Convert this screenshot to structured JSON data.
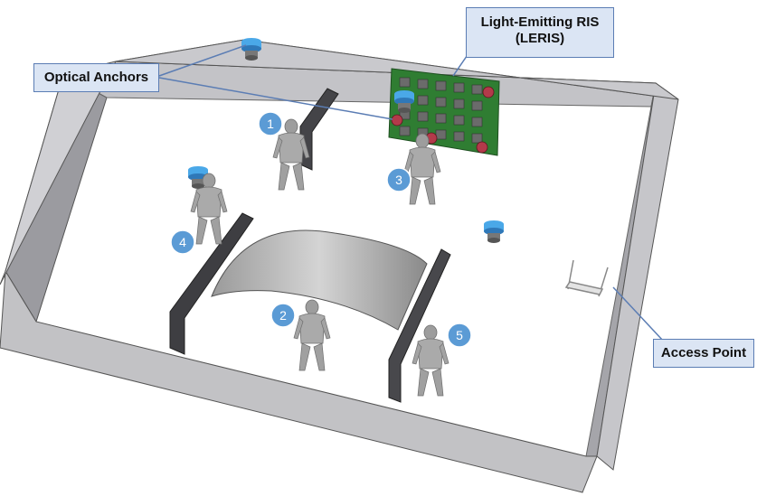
{
  "labels": {
    "leris_line1": "Light-Emitting RIS",
    "leris_line2": "(LERIS)",
    "optical_anchors": "Optical Anchors",
    "access_point": "Access Point"
  },
  "users": [
    "1",
    "2",
    "3",
    "4",
    "5"
  ],
  "colors": {
    "wall": "#b8b8bc",
    "floor": "#ffffff",
    "badge": "#5b9bd5",
    "callout_fill": "#dbe5f4",
    "callout_border": "#5b7db4",
    "leris_board": "#2f7d32",
    "anchor_cap": "#4aa8e8"
  }
}
